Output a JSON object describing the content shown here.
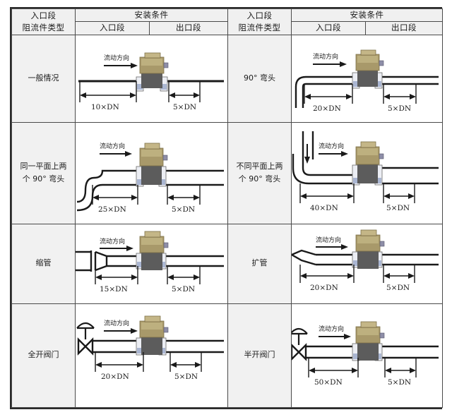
{
  "table": {
    "header": {
      "col_type_line1": "入口段",
      "col_type_line2": "阻流件类型",
      "col_condition": "安装条件",
      "col_inlet": "入口段",
      "col_outlet": "出口段"
    },
    "left_rows": [
      {
        "label": "一般情况",
        "flow_label": "流动方向",
        "inlet_dim": "10×DN",
        "outlet_dim": "5×DN",
        "obstruction": "straight-pipe"
      },
      {
        "label_line1": "同一平面上两",
        "label_line2": "个 90° 弯头",
        "flow_label": "流动方向",
        "inlet_dim": "25×DN",
        "outlet_dim": "5×DN",
        "obstruction": "two-elbows-same-plane"
      },
      {
        "label": "缩管",
        "flow_label": "流动方向",
        "inlet_dim": "15×DN",
        "outlet_dim": "5×DN",
        "obstruction": "reducer"
      },
      {
        "label": "全开阀门",
        "flow_label": "流动方向",
        "inlet_dim": "20×DN",
        "outlet_dim": "5×DN",
        "obstruction": "fully-open-valve"
      }
    ],
    "right_rows": [
      {
        "label": "90° 弯头",
        "flow_label": "流动方向",
        "inlet_dim": "20×DN",
        "outlet_dim": "5×DN",
        "obstruction": "single-elbow"
      },
      {
        "label_line1": "不同平面上两",
        "label_line2": "个 90° 弯头",
        "flow_label": "流动方向",
        "inlet_dim": "40×DN",
        "outlet_dim": "5×DN",
        "obstruction": "two-elbows-diff-plane"
      },
      {
        "label": "扩管",
        "flow_label": "流动方向",
        "inlet_dim": "20×DN",
        "outlet_dim": "5×DN",
        "obstruction": "expander"
      },
      {
        "label": "半开阀门",
        "flow_label": "流动方向",
        "inlet_dim": "50×DN",
        "outlet_dim": "5×DN",
        "obstruction": "half-open-valve"
      }
    ]
  },
  "colors": {
    "meter_top": "#a8996a",
    "meter_top_light": "#c4b687",
    "meter_body": "#5c5c5c",
    "flange": "#e8eaf0",
    "flange_accent": "#9aa7c4",
    "line": "#1a1a1a",
    "border": "#2b2b2b",
    "header_bg": "#f0f0f0"
  }
}
